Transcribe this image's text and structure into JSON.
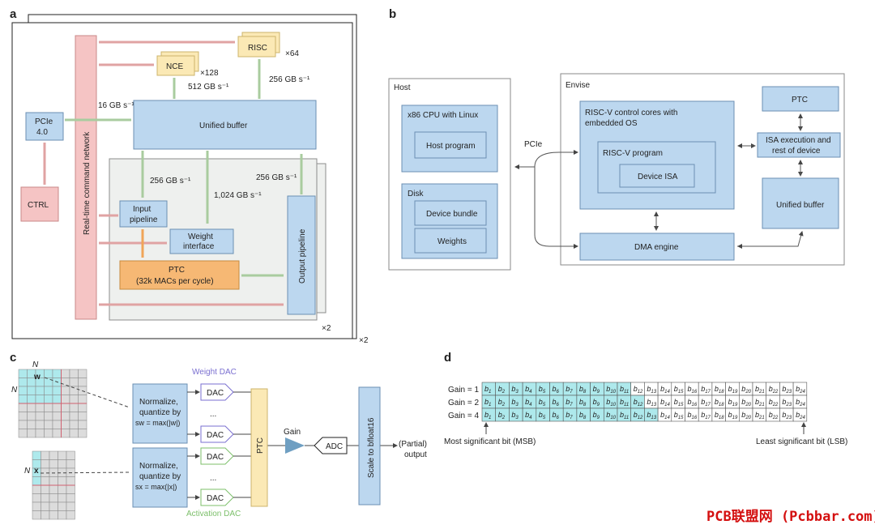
{
  "panels": {
    "a": "a",
    "b": "b",
    "c": "c",
    "d": "d"
  },
  "panel_a": {
    "risc": "RISC",
    "risc_mult": "×64",
    "nce": "NCE",
    "nce_mult": "×128",
    "bw_512": "512 GB s⁻¹",
    "bw_256_top": "256 GB s⁻¹",
    "bw_16": "16 GB s⁻¹",
    "unified_buffer": "Unified buffer",
    "pcie": "PCIe",
    "pcie_ver": "4.0",
    "ctrl": "CTRL",
    "command_network": "Real-time command network",
    "bw_256_in": "256 GB s⁻¹",
    "bw_1024": "1,024 GB s⁻¹",
    "bw_256_out": "256 GB s⁻¹",
    "input_pipeline_1": "Input",
    "input_pipeline_2": "pipeline",
    "weight_interface_1": "Weight",
    "weight_interface_2": "interface",
    "ptc": "PTC",
    "ptc_sub": "(32k MACs per cycle)",
    "output_pipeline": "Output pipeline",
    "x2_inner": "×2",
    "x2_outer": "×2"
  },
  "panel_b": {
    "host": "Host",
    "cpu": "x86 CPU with Linux",
    "host_program": "Host program",
    "disk": "Disk",
    "device_bundle": "Device bundle",
    "weights": "Weights",
    "pcie": "PCIe",
    "envise": "Envise",
    "riscv_1": "RISC-V control cores with",
    "riscv_2": "embedded OS",
    "riscv_program": "RISC-V program",
    "device_isa": "Device ISA",
    "ptc": "PTC",
    "isa_1": "ISA execution and",
    "isa_2": "rest of device",
    "unified_buffer": "Unified buffer",
    "dma": "DMA engine"
  },
  "panel_c": {
    "n": "N",
    "w": "w",
    "x": "x",
    "norm_w_1": "Normalize,",
    "norm_w_2": "quantize by",
    "norm_w_3": "sw = max(|w|)",
    "norm_x_1": "Normalize,",
    "norm_x_2": "quantize by",
    "norm_x_3": "sx = max(|x|)",
    "weight_dac": "Weight DAC",
    "activation_dac": "Activation DAC",
    "dac": "DAC",
    "ellipsis": "...",
    "ptc": "PTC",
    "gain": "Gain",
    "adc": "ADC",
    "scale": "Scale to bfloat16",
    "out_1": "(Partial)",
    "out_2": "output"
  },
  "panel_d": {
    "rows": [
      {
        "label": "Gain = 1",
        "highlight": 11
      },
      {
        "label": "Gain = 2",
        "highlight": 12
      },
      {
        "label": "Gain = 4",
        "highlight": 13
      }
    ],
    "bits": 24,
    "msb": "Most significant bit (MSB)",
    "lsb": "Least significant bit (LSB)"
  },
  "watermark": "PCB联盟网 (Pcbbar.com)"
}
